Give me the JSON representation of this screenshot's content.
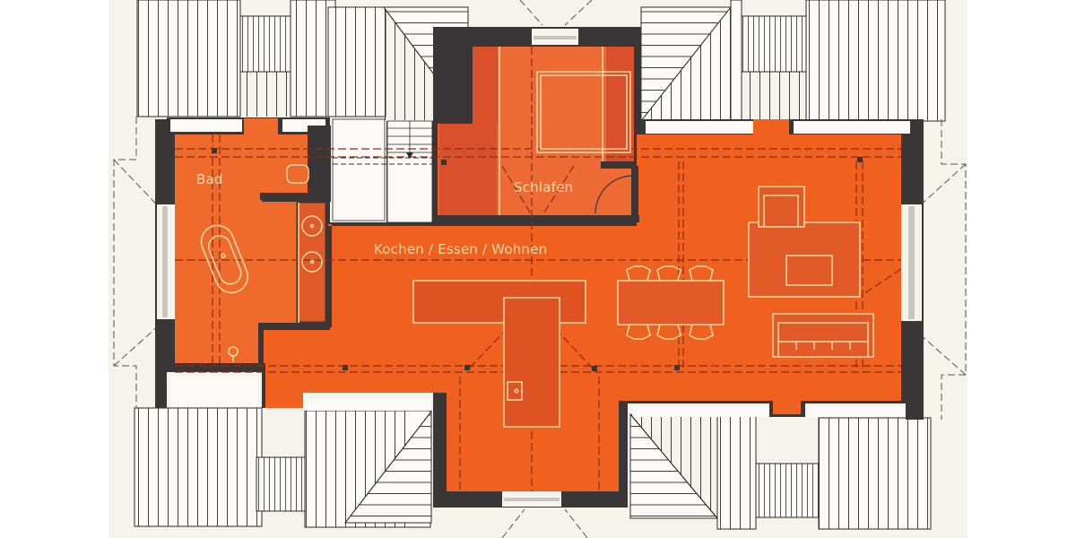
{
  "plan": {
    "type": "floor-plan",
    "view": "attic floor / roof plan",
    "rooms": [
      {
        "id": "bad",
        "label": "Bad"
      },
      {
        "id": "schlafen",
        "label": "Schlafen"
      },
      {
        "id": "kochen_essen_wohnen",
        "label": "Kochen / Essen / Wohnen"
      }
    ],
    "furniture": [
      {
        "room": "bad",
        "item": "freestanding-bathtub"
      },
      {
        "room": "bad",
        "item": "double-washbasin",
        "count": 2
      },
      {
        "room": "bad",
        "item": "toilet"
      },
      {
        "room": "bad",
        "item": "shower-drain"
      },
      {
        "room": "schlafen",
        "item": "double-bed"
      },
      {
        "room": "schlafen",
        "item": "wardrobe"
      },
      {
        "room": "schlafen",
        "item": "door-swing"
      },
      {
        "room": "kochen_essen_wohnen",
        "item": "kitchen-counter"
      },
      {
        "room": "kochen_essen_wohnen",
        "item": "kitchen-island-with-sink"
      },
      {
        "room": "kochen_essen_wohnen",
        "item": "dining-table"
      },
      {
        "room": "kochen_essen_wohnen",
        "item": "dining-chair",
        "count": 6
      },
      {
        "room": "kochen_essen_wohnen",
        "item": "armchair"
      },
      {
        "room": "kochen_essen_wohnen",
        "item": "rug"
      },
      {
        "room": "kochen_essen_wohnen",
        "item": "coffee-table"
      },
      {
        "room": "kochen_essen_wohnen",
        "item": "sofa"
      }
    ],
    "elements": [
      "staircase",
      "roof-slopes",
      "dormers",
      "skylights",
      "beam-lines",
      "columns"
    ],
    "colors": {
      "floor": "#f0601f",
      "floor_dark": "#d9502a",
      "wall": "#3a3536",
      "furniture_line": "#f3dca6",
      "roof_line": "#2b2b2b",
      "paper": "#f6f3ec",
      "dashed_line": "#8a2d1a"
    }
  }
}
